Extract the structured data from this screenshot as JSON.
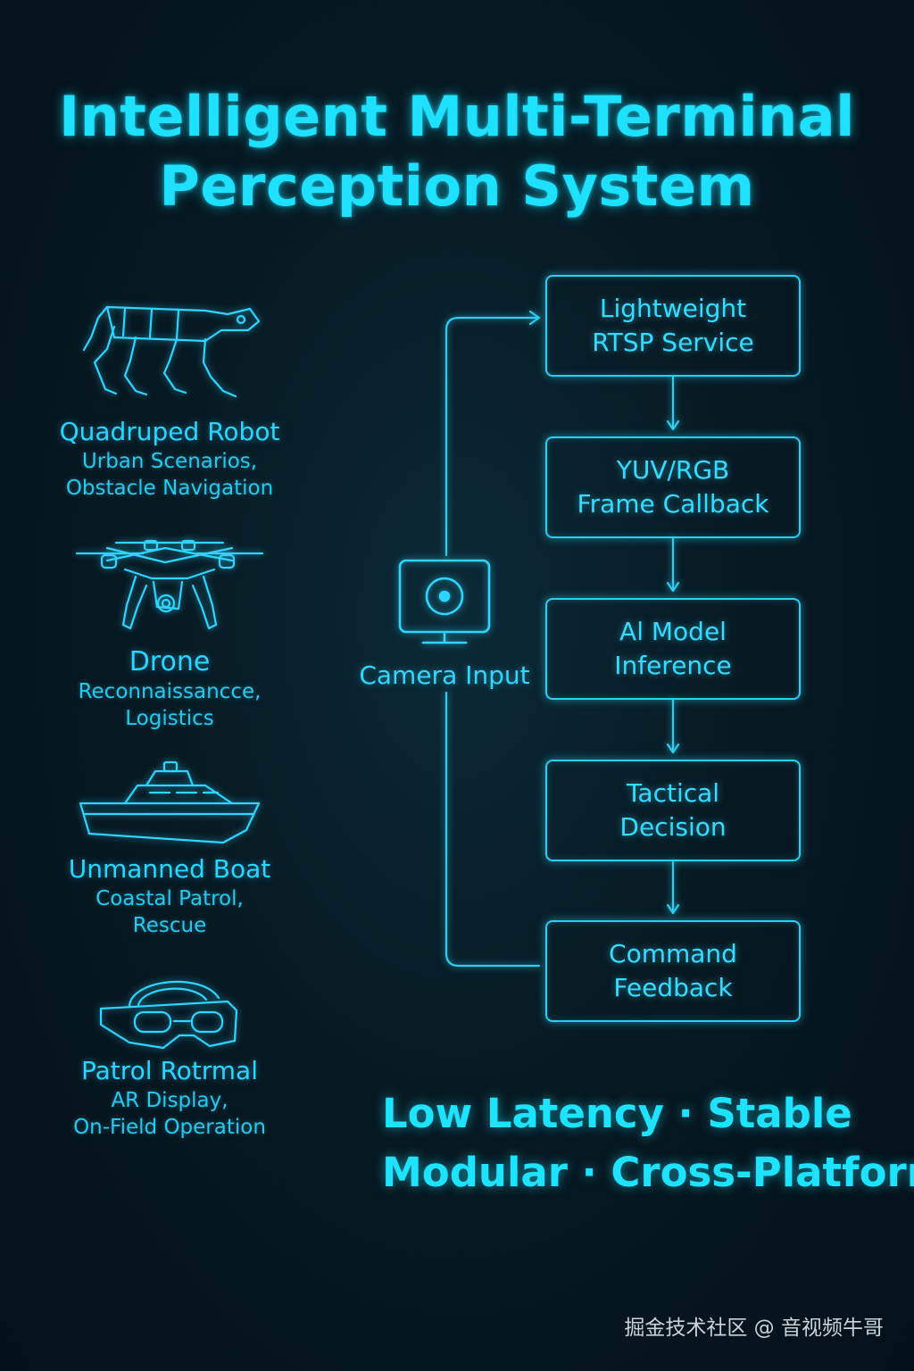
{
  "title": {
    "line1": "Intelligent Multi-Terminal",
    "line2": "Perception System"
  },
  "devices": [
    {
      "name": "Quadruped Robot",
      "desc1": "Urban Scenarios,",
      "desc2": "Obstacle Navigation",
      "icon": "quadruped-robot-icon"
    },
    {
      "name": "Drone",
      "desc1": "Reconnaissancce,",
      "desc2": "Logistics",
      "icon": "drone-icon"
    },
    {
      "name": "Unmanned Boat",
      "desc1": "Coastal Patrol,",
      "desc2": "Rescue",
      "icon": "boat-icon"
    },
    {
      "name": "Patrol Rotrmal",
      "desc1": "AR Display,",
      "desc2": "On-Field Operation",
      "icon": "ar-headset-icon"
    }
  ],
  "camera": {
    "label": "Camera Input",
    "icon": "camera-monitor-icon"
  },
  "flow": [
    {
      "line1": "Lightweight",
      "line2": "RTSP Service"
    },
    {
      "line1": "YUV/RGB",
      "line2": "Frame Callback"
    },
    {
      "line1": "Al Model",
      "line2": "Inference"
    },
    {
      "line1": "Tactical",
      "line2": "Decision"
    },
    {
      "line1": "Command",
      "line2": "Feedback"
    }
  ],
  "tagline": {
    "line1": "Low Latency · Stable",
    "line2": "Modular · Cross-Platform"
  },
  "watermark": "掘金技术社区 @ 音视频牛哥",
  "colors": {
    "accent": "#1ee0ff",
    "background": "#071a23",
    "watermark": "#c9d3d8"
  }
}
